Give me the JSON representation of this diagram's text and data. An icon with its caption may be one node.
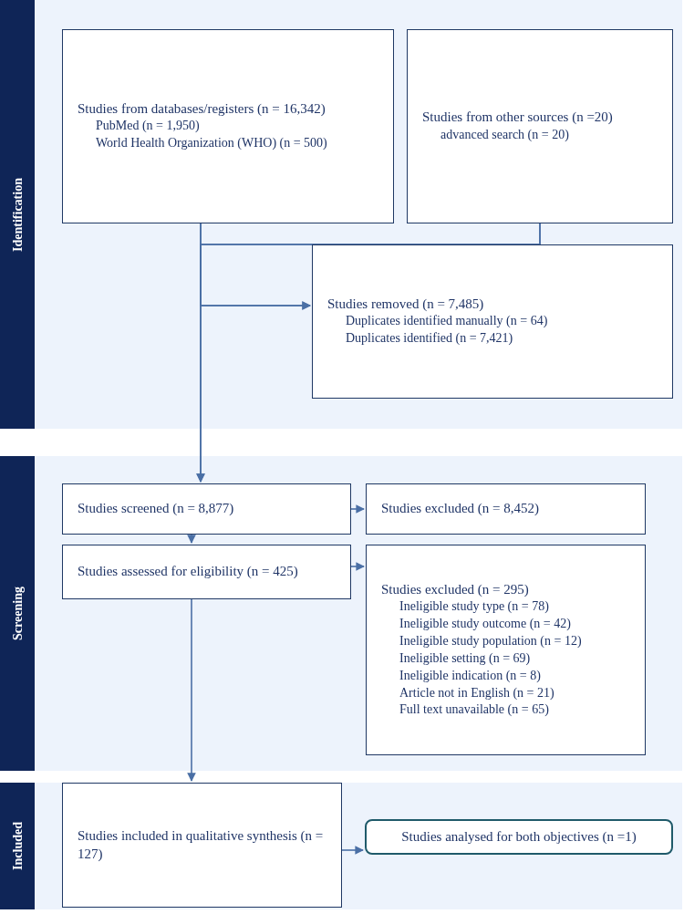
{
  "diagram": {
    "nodes": [
      {
        "text": [
          "Identification"
        ]
      },
      {
        "text": [
          "Studies from databases/registers (n = 16,342)",
          "PubMed (n = 1,950)",
          "World Health Organization (WHO) (n = 500)"
        ],
        "in": 0
      },
      {
        "text": [
          "Studies from other sources (n =20)",
          "advanced search (n = 20)"
        ],
        "in": 0
      },
      {
        "text": [
          "Studies removed (n = 7,485)",
          "Duplicates identified manually (n = 64)",
          "Duplicates identified (n = 7,421)"
        ],
        "in": 0
      },
      {
        "text": [
          "Screening"
        ]
      },
      {
        "text": [
          "Studies screened (n = 8,877)"
        ],
        "in": 4
      },
      {
        "text": [
          "Studies excluded (n = 8,452)"
        ],
        "in": 4
      },
      {
        "text": [
          "Studies assessed for eligibility (n = 425)"
        ],
        "in": 4
      },
      {
        "text": [
          "Studies excluded (n = 295)",
          "Ineligible study type (n = 78)",
          "Ineligible study outcome (n = 42)",
          "Ineligible study population (n = 12)",
          "Ineligible setting (n = 69)",
          "Ineligible indication (n = 8)",
          "Article not in English (n = 21)",
          "Full text unavailable (n = 65)"
        ],
        "in": 4
      },
      {
        "text": [
          "Included"
        ]
      },
      {
        "text": [
          "Studies included in qualitative synthesis (n = 127)"
        ],
        "in": 9
      },
      {
        "text": [
          "Studies analysed for both objectives (n =1)"
        ],
        "in": 9
      }
    ],
    "edges": [
      {
        "from": 1,
        "to": 5,
        "arrow": "to"
      },
      {
        "from": 2,
        "to": 5,
        "arrow": "to"
      },
      {
        "from": 1,
        "to": 3,
        "arrow": "to"
      },
      {
        "from": 2,
        "to": 3,
        "arrow": "to"
      },
      {
        "from": 5,
        "to": 6,
        "arrow": "to"
      },
      {
        "from": 5,
        "to": 7,
        "arrow": "to"
      },
      {
        "from": 7,
        "to": 8,
        "arrow": "to"
      },
      {
        "from": 7,
        "to": 10,
        "arrow": "to"
      },
      {
        "from": 10,
        "to": 11,
        "arrow": "to"
      }
    ]
  }
}
